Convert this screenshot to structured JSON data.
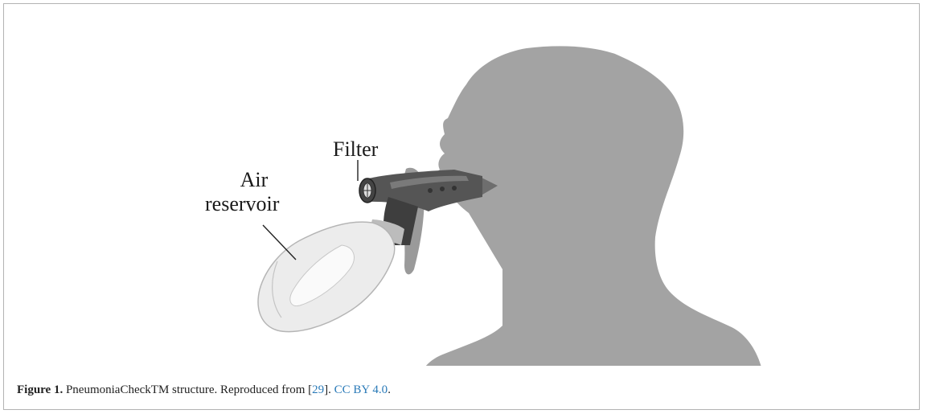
{
  "figure": {
    "labels": {
      "filter": "Filter",
      "air": "Air",
      "reservoir": "reservoir"
    },
    "caption": {
      "label": "Figure 1.",
      "text_before_ref": " PneumoniaCheckTM structure. Reproduced from [",
      "ref_number": "29",
      "text_after_ref": "]. ",
      "license": "CC BY 4.0",
      "end": "."
    }
  },
  "colors": {
    "silhouette": "#a3a3a3",
    "device_body": "#555555",
    "reservoir_bag": "#ececec",
    "link": "#2a7ab8"
  }
}
